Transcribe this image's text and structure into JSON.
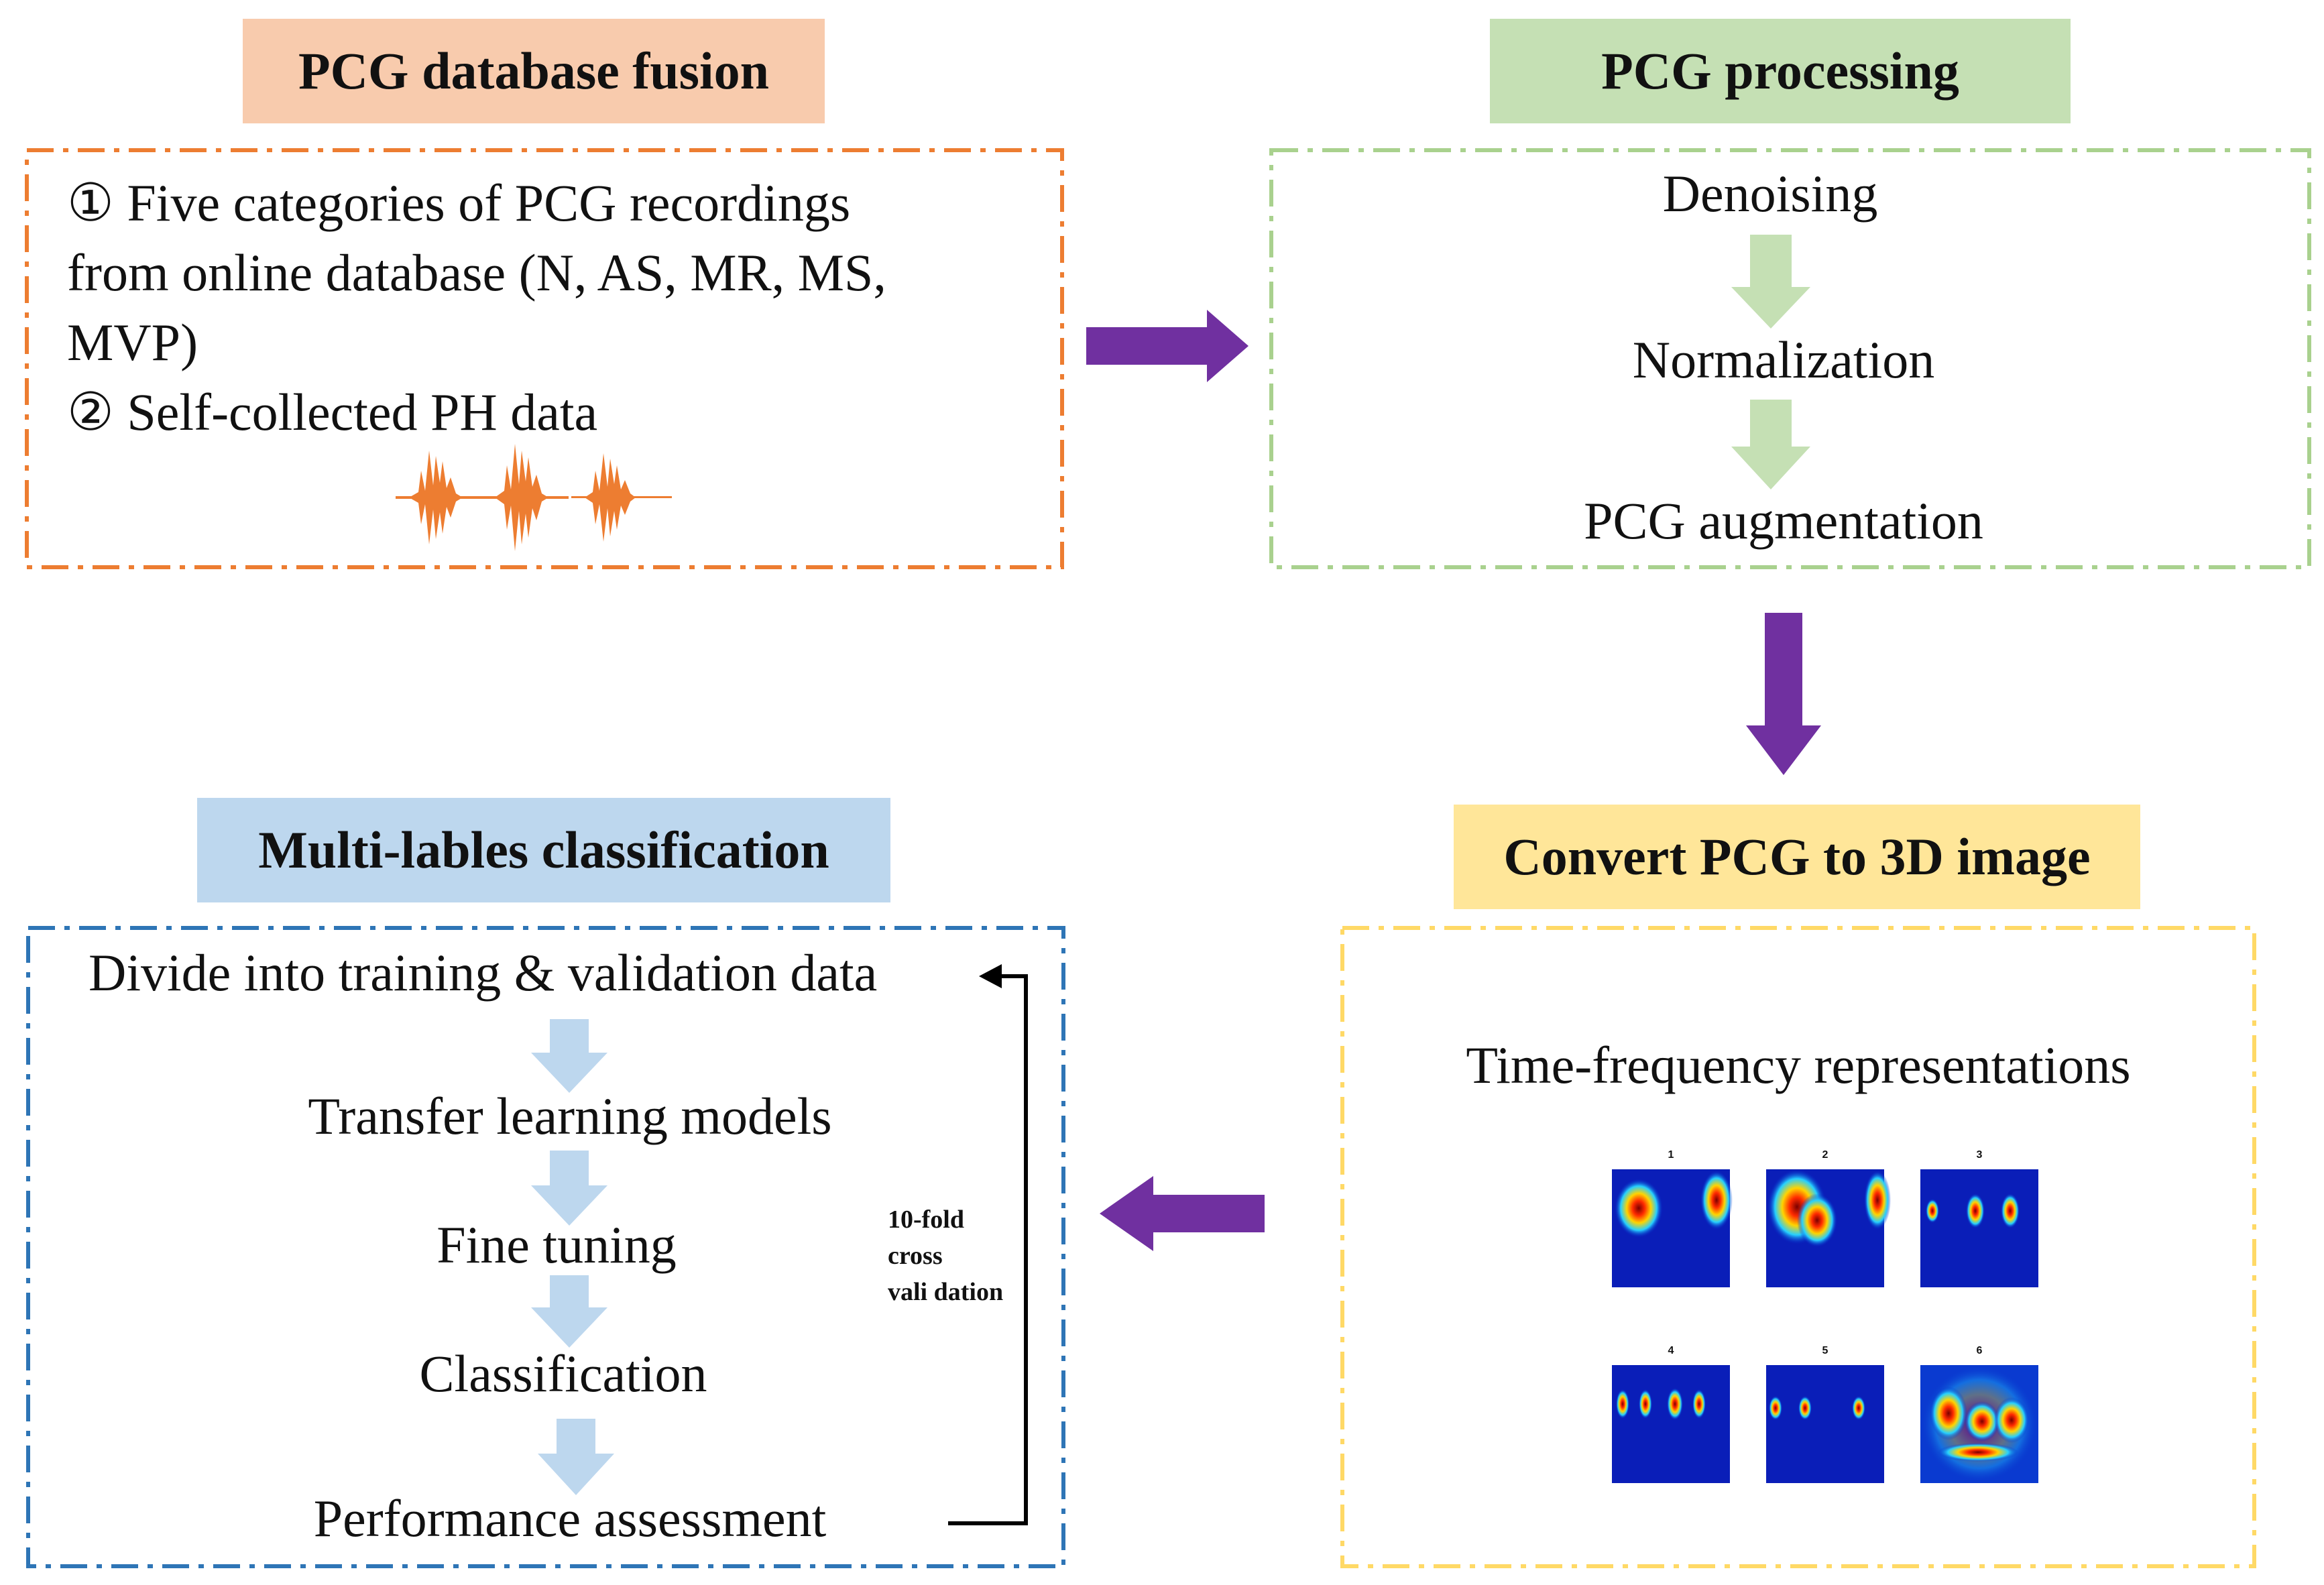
{
  "colors": {
    "orange": "#ed7d31",
    "orange_fill": "#f8cbad",
    "green": "#a9d18e",
    "green_fill": "#c5e0b4",
    "yellow": "#ffd966",
    "yellow_fill": "#ffe699",
    "blue": "#2e75b6",
    "blue_fill": "#bdd7ee",
    "purple": "#7030a0",
    "light_blue_arrow": "#bdd7ee",
    "light_green_arrow": "#c5e0b4"
  },
  "fusion": {
    "title": "PCG database fusion",
    "line1": "① Five categories of PCG recordings",
    "line2": "from online database (N, AS, MR, MS,",
    "line3": "MVP)",
    "line4": "② Self-collected PH data",
    "waveform_icon": "heart-sound-waveform"
  },
  "processing": {
    "title": "PCG processing",
    "steps": [
      "Denoising",
      "Normalization",
      "PCG augmentation"
    ]
  },
  "convert": {
    "title": "Convert PCG to 3D image",
    "subtitle": "Time-frequency representations",
    "thumbnails": [
      "1",
      "2",
      "3",
      "4",
      "5",
      "6"
    ]
  },
  "classification": {
    "title": "Multi-lables classification",
    "steps": [
      "Divide into training & validation data",
      "Transfer learning models",
      "Fine tuning",
      "Classification",
      "Performance assessment"
    ],
    "loop_label": [
      "10-fold",
      "cross",
      "vali dation"
    ]
  }
}
